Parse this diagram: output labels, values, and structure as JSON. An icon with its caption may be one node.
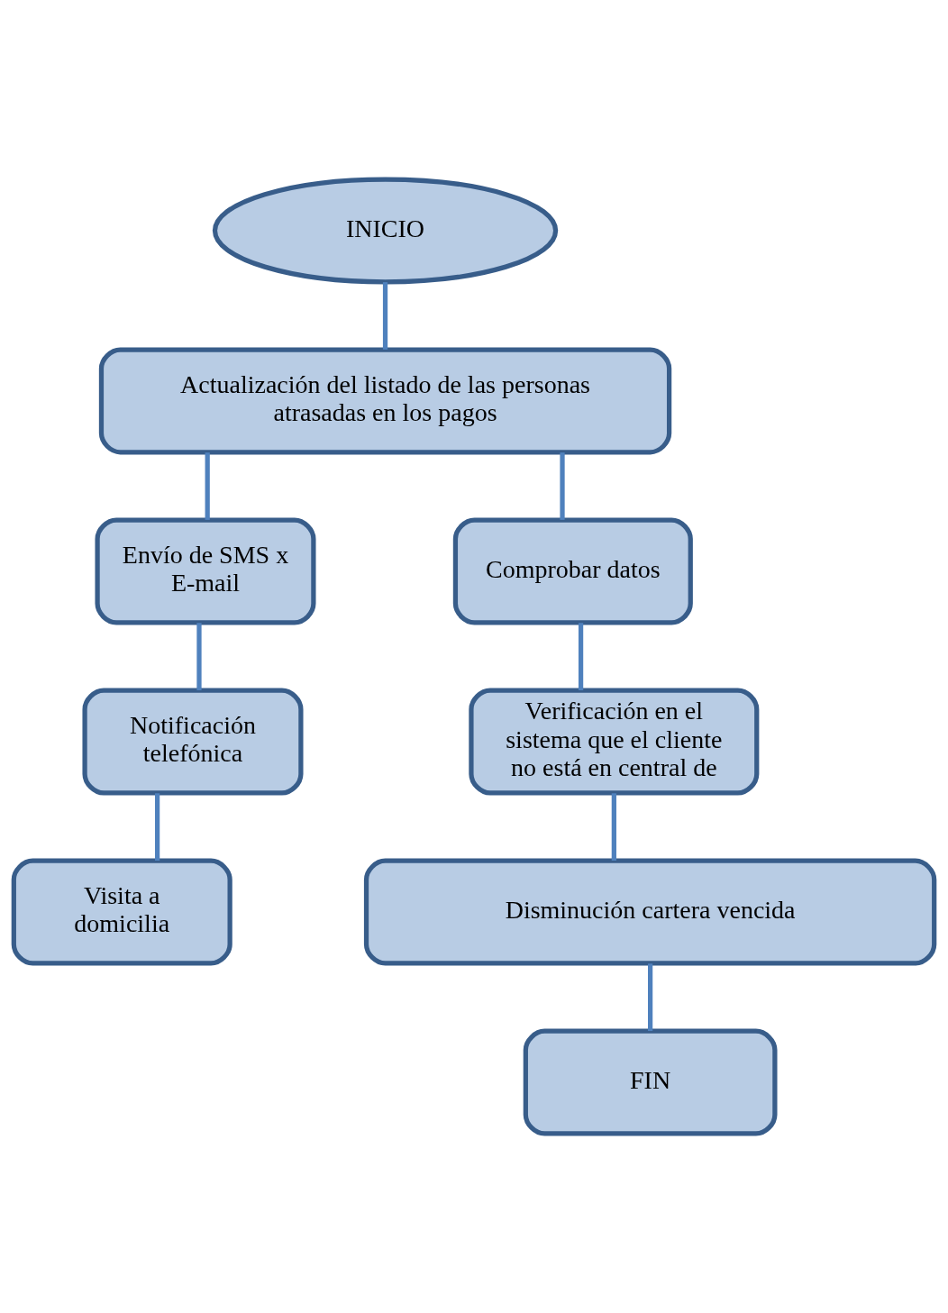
{
  "diagram": {
    "nodes": [
      {
        "text": [
          "INICIO"
        ]
      },
      {
        "text": [
          "Actualización del listado de las personas atrasadas en los pagos"
        ]
      },
      {
        "text": [
          "Envío de SMS x E-mail"
        ]
      },
      {
        "text": [
          "Notificación telefónica"
        ]
      },
      {
        "text": [
          "Visita a domicilia"
        ]
      },
      {
        "text": [
          "Comprobar datos"
        ]
      },
      {
        "text": [
          "Verificación en el sistema que el cliente no está en central de"
        ]
      },
      {
        "text": [
          "Disminución cartera vencida"
        ]
      },
      {
        "text": [
          "FIN"
        ]
      }
    ],
    "edges": [
      {
        "from": 0,
        "to": 1,
        "arrow": "none"
      },
      {
        "from": 1,
        "to": 2,
        "arrow": "none"
      },
      {
        "from": 2,
        "to": 3,
        "arrow": "none"
      },
      {
        "from": 3,
        "to": 4,
        "arrow": "none"
      },
      {
        "from": 1,
        "to": 5,
        "arrow": "none"
      },
      {
        "from": 5,
        "to": 6,
        "arrow": "none"
      },
      {
        "from": 6,
        "to": 7,
        "arrow": "none"
      },
      {
        "from": 7,
        "to": 8,
        "arrow": "none"
      }
    ]
  }
}
